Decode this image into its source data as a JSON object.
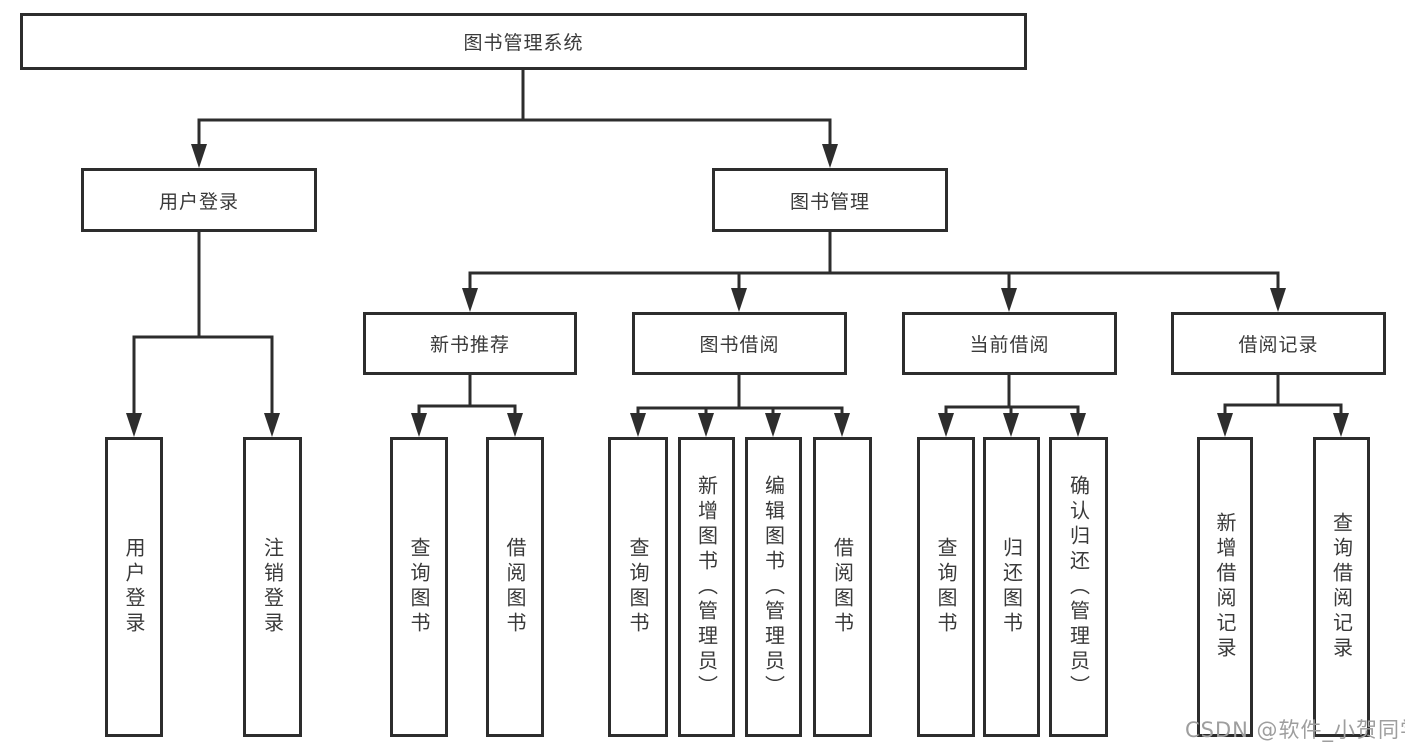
{
  "diagram": {
    "root": {
      "label": "图书管理系统"
    },
    "level2": [
      {
        "label": "用户登录"
      },
      {
        "label": "图书管理"
      }
    ],
    "level3": [
      {
        "label": "新书推荐"
      },
      {
        "label": "图书借阅"
      },
      {
        "label": "当前借阅"
      },
      {
        "label": "借阅记录"
      }
    ],
    "leaves": [
      {
        "label": "用户登录"
      },
      {
        "label": "注销登录"
      },
      {
        "label": "查询图书"
      },
      {
        "label": "借阅图书"
      },
      {
        "label": "查询图书"
      },
      {
        "label": "新增图书（管理员）"
      },
      {
        "label": "编辑图书（管理员）"
      },
      {
        "label": "借阅图书"
      },
      {
        "label": "查询图书"
      },
      {
        "label": "归还图书"
      },
      {
        "label": "确认归还（管理员）"
      },
      {
        "label": "新增借阅记录"
      },
      {
        "label": "查询借阅记录"
      }
    ],
    "watermark": "CSDN @软件_小贺同学",
    "colors": {
      "line": "#2d2d2d",
      "text": "#3a3a3a",
      "watermark": "#9e9e9e",
      "background": "#ffffff"
    }
  }
}
